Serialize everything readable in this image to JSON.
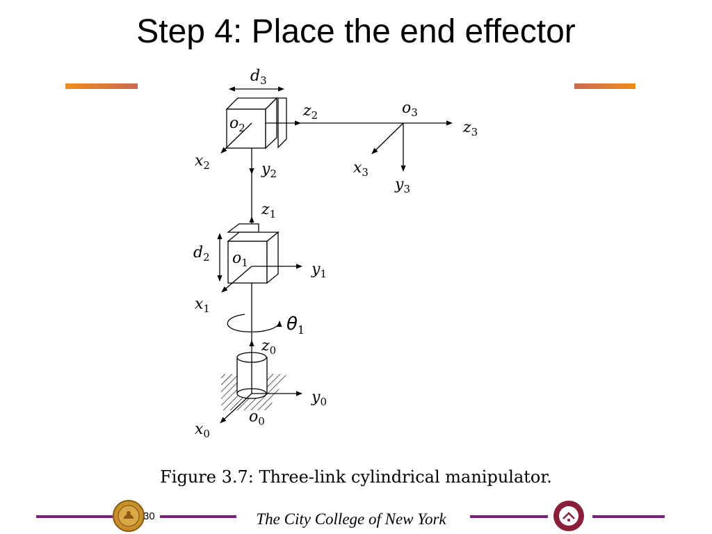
{
  "slide": {
    "title": "Step 4: Place the end effector",
    "caption": "Figure 3.7: Three-link cylindrical manipulator.",
    "page_number": "30",
    "footer_text": "The City College of New York"
  },
  "diagram": {
    "labels": {
      "d3": [
        "d",
        "3"
      ],
      "z2": [
        "z",
        "2"
      ],
      "o3": [
        "o",
        "3"
      ],
      "z3": [
        "z",
        "3"
      ],
      "o2": [
        "o",
        "2"
      ],
      "x2": [
        "x",
        "2"
      ],
      "y2": [
        "y",
        "2"
      ],
      "x3": [
        "x",
        "3"
      ],
      "y3": [
        "y",
        "3"
      ],
      "z1": [
        "z",
        "1"
      ],
      "d2": [
        "d",
        "2"
      ],
      "o1": [
        "o",
        "1"
      ],
      "y1": [
        "y",
        "1"
      ],
      "x1": [
        "x",
        "1"
      ],
      "theta1": [
        "θ",
        "1"
      ],
      "z0": [
        "z",
        "0"
      ],
      "y0": [
        "y",
        "0"
      ],
      "o0": [
        "o",
        "0"
      ],
      "x0": [
        "x",
        "0"
      ]
    }
  },
  "colors": {
    "accent_orange": "#e8801e",
    "footer_purple": "#7b1f7b",
    "seal_gold": "#c8902a",
    "lab_maroon": "#8a1f3c"
  },
  "icons": {
    "left_seal": "ccny-seal-icon",
    "right_seal": "robotics-lab-logo-icon"
  }
}
